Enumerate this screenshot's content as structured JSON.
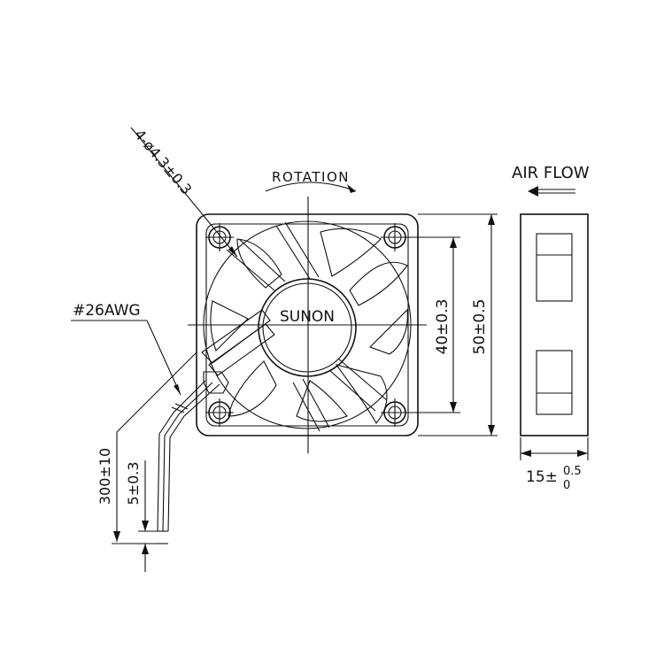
{
  "labels": {
    "rotation": "ROTATION",
    "air_flow": "AIR FLOW",
    "brand": "SUNON",
    "mount_holes": "4-ø4.3±0.3",
    "wire_gauge": "#26AWG",
    "hole_spacing": "40±0.3",
    "frame_size": "50±0.5",
    "lead_length": "300±10",
    "strip_length": "5±0.3",
    "thickness_base": "15±",
    "thickness_upper": "0.5",
    "thickness_lower": "0"
  }
}
